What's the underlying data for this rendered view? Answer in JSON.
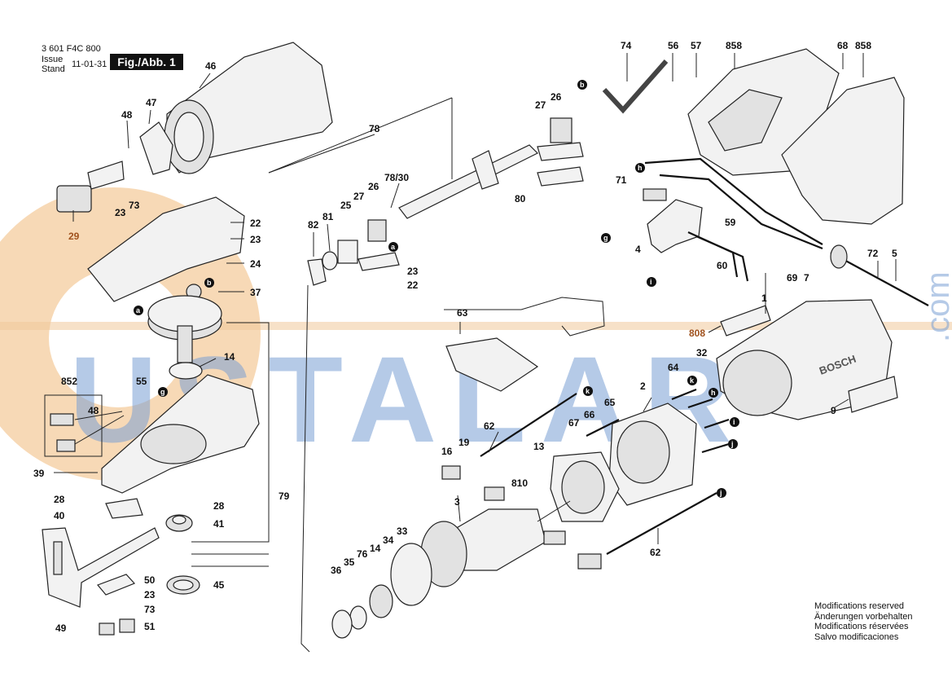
{
  "header": {
    "part_number": "3 601 F4C 800",
    "issue_label": "Issue",
    "stand_label": "Stand",
    "date": "11-01-31",
    "figure": "Fig./Abb. 1"
  },
  "watermark": {
    "text": "USTALAR",
    "suffix": ".com"
  },
  "labels": {
    "p46": "46",
    "p47": "47",
    "p48a": "48",
    "p23a": "23",
    "p73a": "73",
    "p29": "29",
    "p78": "78",
    "p7830": "78/30",
    "p82": "82",
    "p81": "81",
    "p27a": "27",
    "p25": "25",
    "p26a": "26",
    "p23b": "23",
    "p22b": "22",
    "p22a": "22",
    "p23c": "23",
    "p24": "24",
    "p37": "37",
    "p26b": "26",
    "p27b": "27",
    "p80": "80",
    "p74": "74",
    "p56": "56",
    "p57": "57",
    "p858a": "858",
    "p68": "68",
    "p858b": "858",
    "p71": "71",
    "p59": "59",
    "p4": "4",
    "p72": "72",
    "p5": "5",
    "p69": "69",
    "p7": "7",
    "p60": "60",
    "p1": "1",
    "p808": "808",
    "p14a": "14",
    "p852": "852",
    "p55": "55",
    "p48b": "48",
    "p39": "39",
    "p28a": "28",
    "p28b": "28",
    "p40": "40",
    "p41": "41",
    "p79": "79",
    "p50": "50",
    "p23d": "23",
    "p73b": "73",
    "p51": "51",
    "p45": "45",
    "p49": "49",
    "p63": "63",
    "p32": "32",
    "p9": "9",
    "p64": "64",
    "p2": "2",
    "p65": "65",
    "p66": "66",
    "p67": "67",
    "p62a": "62",
    "p19": "19",
    "p16": "16",
    "p13": "13",
    "p810": "810",
    "p3": "3",
    "p62b": "62",
    "p36": "36",
    "p35": "35",
    "p76": "76",
    "p14b": "14",
    "p34": "34",
    "p33": "33"
  },
  "connectors": {
    "a": "a",
    "b": "b",
    "g": "g",
    "h": "h",
    "i": "i",
    "j": "j",
    "k": "k"
  },
  "brand": "BOSCH",
  "notes": {
    "line1": "Modifications reserved",
    "line2": "Änderungen vorbehalten",
    "line3": "Modifications réservées",
    "line4": "Salvo modificaciones"
  },
  "colors": {
    "accent_red": "#a0521e",
    "watermark_blue": "#7aa0d4",
    "watermark_orange": "#f0b97a"
  }
}
